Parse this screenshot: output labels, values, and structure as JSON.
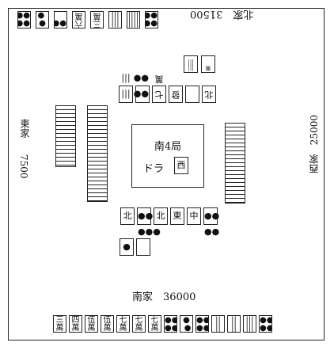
{
  "round": "南4局",
  "dora_label": "ドラ",
  "dora_tile": "西",
  "players": {
    "north": {
      "name": "北家",
      "score": "31500"
    },
    "east": {
      "name": "東家",
      "score": "7500"
    },
    "west": {
      "name": "西家",
      "score": "25000"
    },
    "south": {
      "name": "南家",
      "score": "36000"
    }
  },
  "north_hand": [
    "●●\n●●",
    "●\n ●\n  ●",
    "●●",
    "六\n萬",
    "三\n萬",
    "|||\n|||",
    "||||\n||||",
    "●●●\n●●●"
  ],
  "north_discards": [
    "|||\n|||",
    "東"
  ],
  "north_pond": [
    "|||\n|||",
    "●●\n●●",
    "七\n萬",
    "發",
    "　",
    "北"
  ],
  "south_pond": [
    "北",
    "●●●\n●●●",
    "北",
    "東",
    "中",
    "●●\n●●"
  ],
  "south_discards": [
    "●",
    "　"
  ],
  "south_hand": [
    "三\n萬",
    "四\n萬",
    "伍\n萬",
    "伍\n萬",
    "七\n萬",
    "七\n萬",
    "七\n萬",
    "●●\n●●",
    "●\n ●\n  ●",
    "●●\n●●",
    "||\n||",
    "||\n||",
    "|||\n|||",
    "●●\n●●"
  ]
}
